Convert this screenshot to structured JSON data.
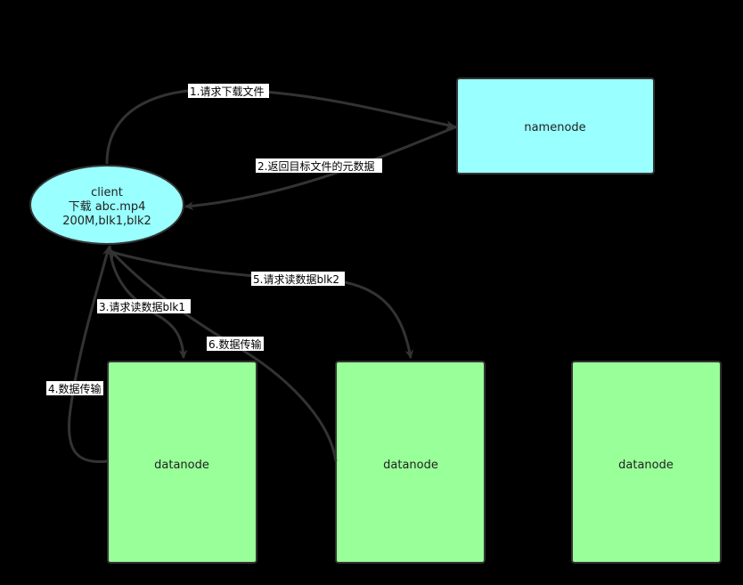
{
  "colors": {
    "background": "#000000",
    "client_fill": "#99FFFF",
    "namenode_fill": "#99FFFF",
    "datanode_fill": "#99FF99",
    "edge": "#333333",
    "label_bg": "#FFFFFF"
  },
  "nodes": {
    "client": {
      "lines": [
        "client",
        "下载 abc.mp4",
        "200M,blk1,blk2"
      ]
    },
    "namenode": {
      "label": "namenode"
    },
    "datanode_1": {
      "label": "datanode"
    },
    "datanode_2": {
      "label": "datanode"
    },
    "datanode_3": {
      "label": "datanode"
    }
  },
  "edges": [
    {
      "id": "e1",
      "label": "1.请求下载文件"
    },
    {
      "id": "e2",
      "label": "2.返回目标文件的元数据"
    },
    {
      "id": "e3",
      "label": "3.请求读数据blk1"
    },
    {
      "id": "e4",
      "label": "4.数据传输"
    },
    {
      "id": "e5",
      "label": "5.请求读数据blk2"
    },
    {
      "id": "e6",
      "label": "6.数据传输"
    }
  ]
}
